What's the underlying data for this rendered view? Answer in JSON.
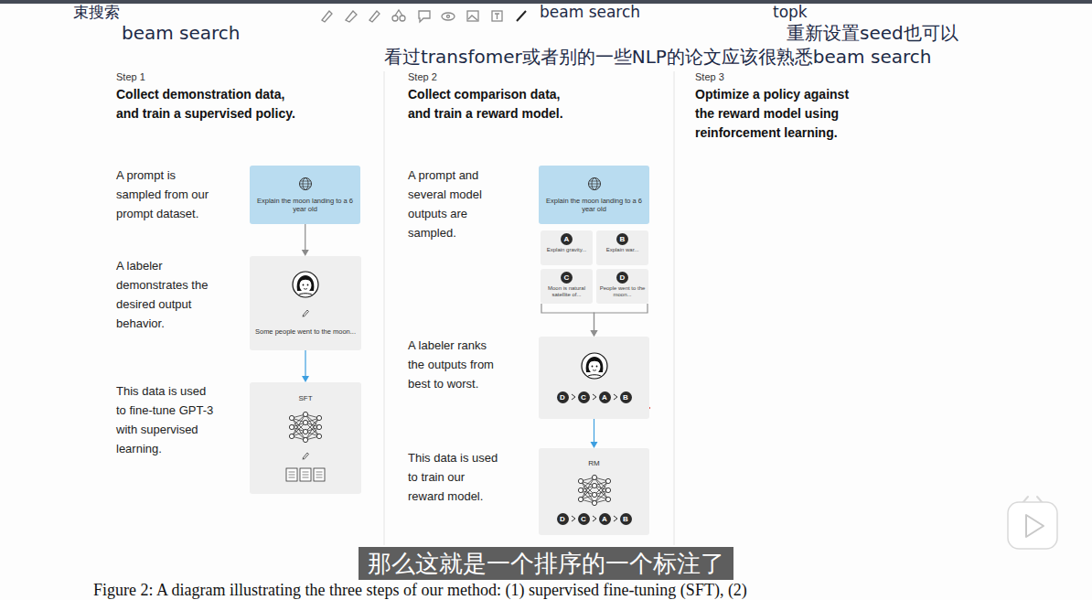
{
  "diagram": {
    "caption": "Figure 2: A diagram illustrating the three steps of our method: (1) supervised fine-tuning (SFT), (2)",
    "nodes": [
      {
        "text": [
          "Explain the moon landing to a 6 year old"
        ]
      },
      {
        "text": [
          "Some people went to the moon..."
        ]
      },
      {
        "text": [
          "SFT"
        ]
      },
      {
        "text": [
          "Explain the moon landing to a 6 year old"
        ]
      },
      {
        "text": [
          "A",
          "Explain gravity..."
        ]
      },
      {
        "text": [
          "B",
          "Explain war..."
        ]
      },
      {
        "text": [
          "C",
          "Moon is natural satellite of..."
        ]
      },
      {
        "text": [
          "D",
          "People went to the moon..."
        ]
      },
      {
        "text": [
          "D",
          "C",
          "A",
          "B"
        ]
      },
      {
        "text": [
          "RM",
          "D",
          "C",
          "A",
          "B"
        ]
      }
    ],
    "edges": [
      {
        "from": 0,
        "to": 1,
        "arrow": "to"
      },
      {
        "from": 1,
        "to": 2,
        "arrow": "to"
      },
      {
        "from": 6,
        "to": 8,
        "arrow": "to"
      },
      {
        "from": 7,
        "to": 8,
        "arrow": "to"
      },
      {
        "from": 8,
        "to": 9,
        "arrow": "to"
      }
    ],
    "labels": [
      "束搜索",
      "beam search",
      "topk",
      "beam search",
      "重新设置seed也可以",
      "看过transfomer或者别的一些NLP的论文应该很熟悉beam search",
      "Step 1",
      "Collect demonstration data, and train a supervised policy.",
      "A prompt is sampled from our prompt dataset.",
      "A labeler demonstrates the desired output behavior.",
      "This data is used to fine-tune GPT-3 with supervised learning.",
      "Step 2",
      "Collect comparison data, and train a reward model.",
      "A prompt and several model outputs are sampled.",
      "A labeler ranks the outputs from best to worst.",
      "This data is used to train our reward model.",
      "Step 3",
      "Optimize a policy against the reward model using reinforcement learning.",
      "那么这就是一个排序的一个标注了"
    ]
  }
}
